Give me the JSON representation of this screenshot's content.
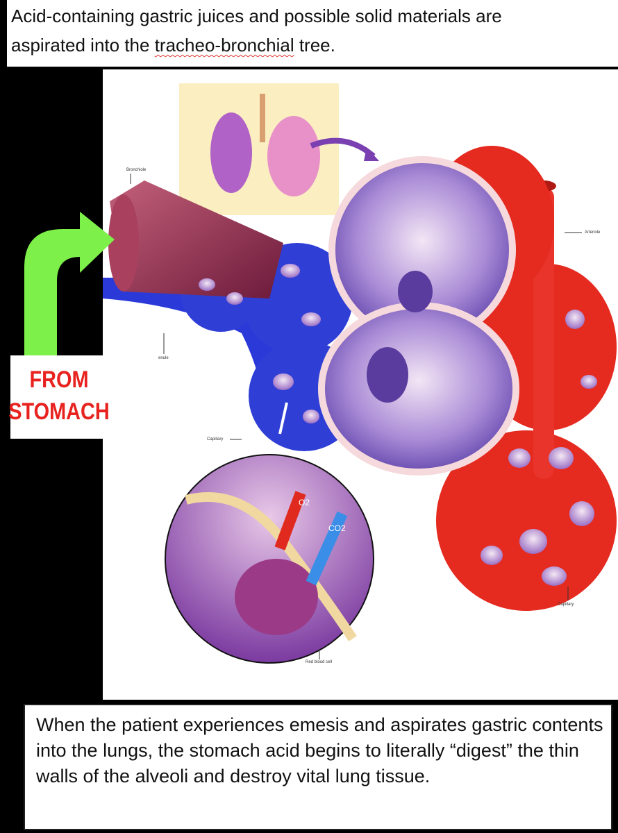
{
  "header": {
    "line1": "Acid-containing gastric juices and possible solid materials are",
    "line2_pre": "aspirated into the ",
    "line2_word": "tracheo-bronchial",
    "line2_post": " tree."
  },
  "callout": {
    "line1": "FROM",
    "line2": "STOMACH",
    "arrow_color": "#7ef04a",
    "text_color": "#e8231f"
  },
  "illustration": {
    "labels": {
      "bronchiole": "Bronchiole",
      "arteriole": "Arteriole",
      "venule": "enule",
      "capillary_left": "Capillary",
      "capillary_right": "Capillary",
      "red_blood_cell": "Red blood cell",
      "o2": "O2",
      "co2": "CO2"
    }
  },
  "footer": {
    "text": "When the patient experiences emesis and aspirates gastric contents into the lungs, the stomach acid begins to literally “digest” the thin walls of the alveoli and destroy vital lung tissue."
  }
}
